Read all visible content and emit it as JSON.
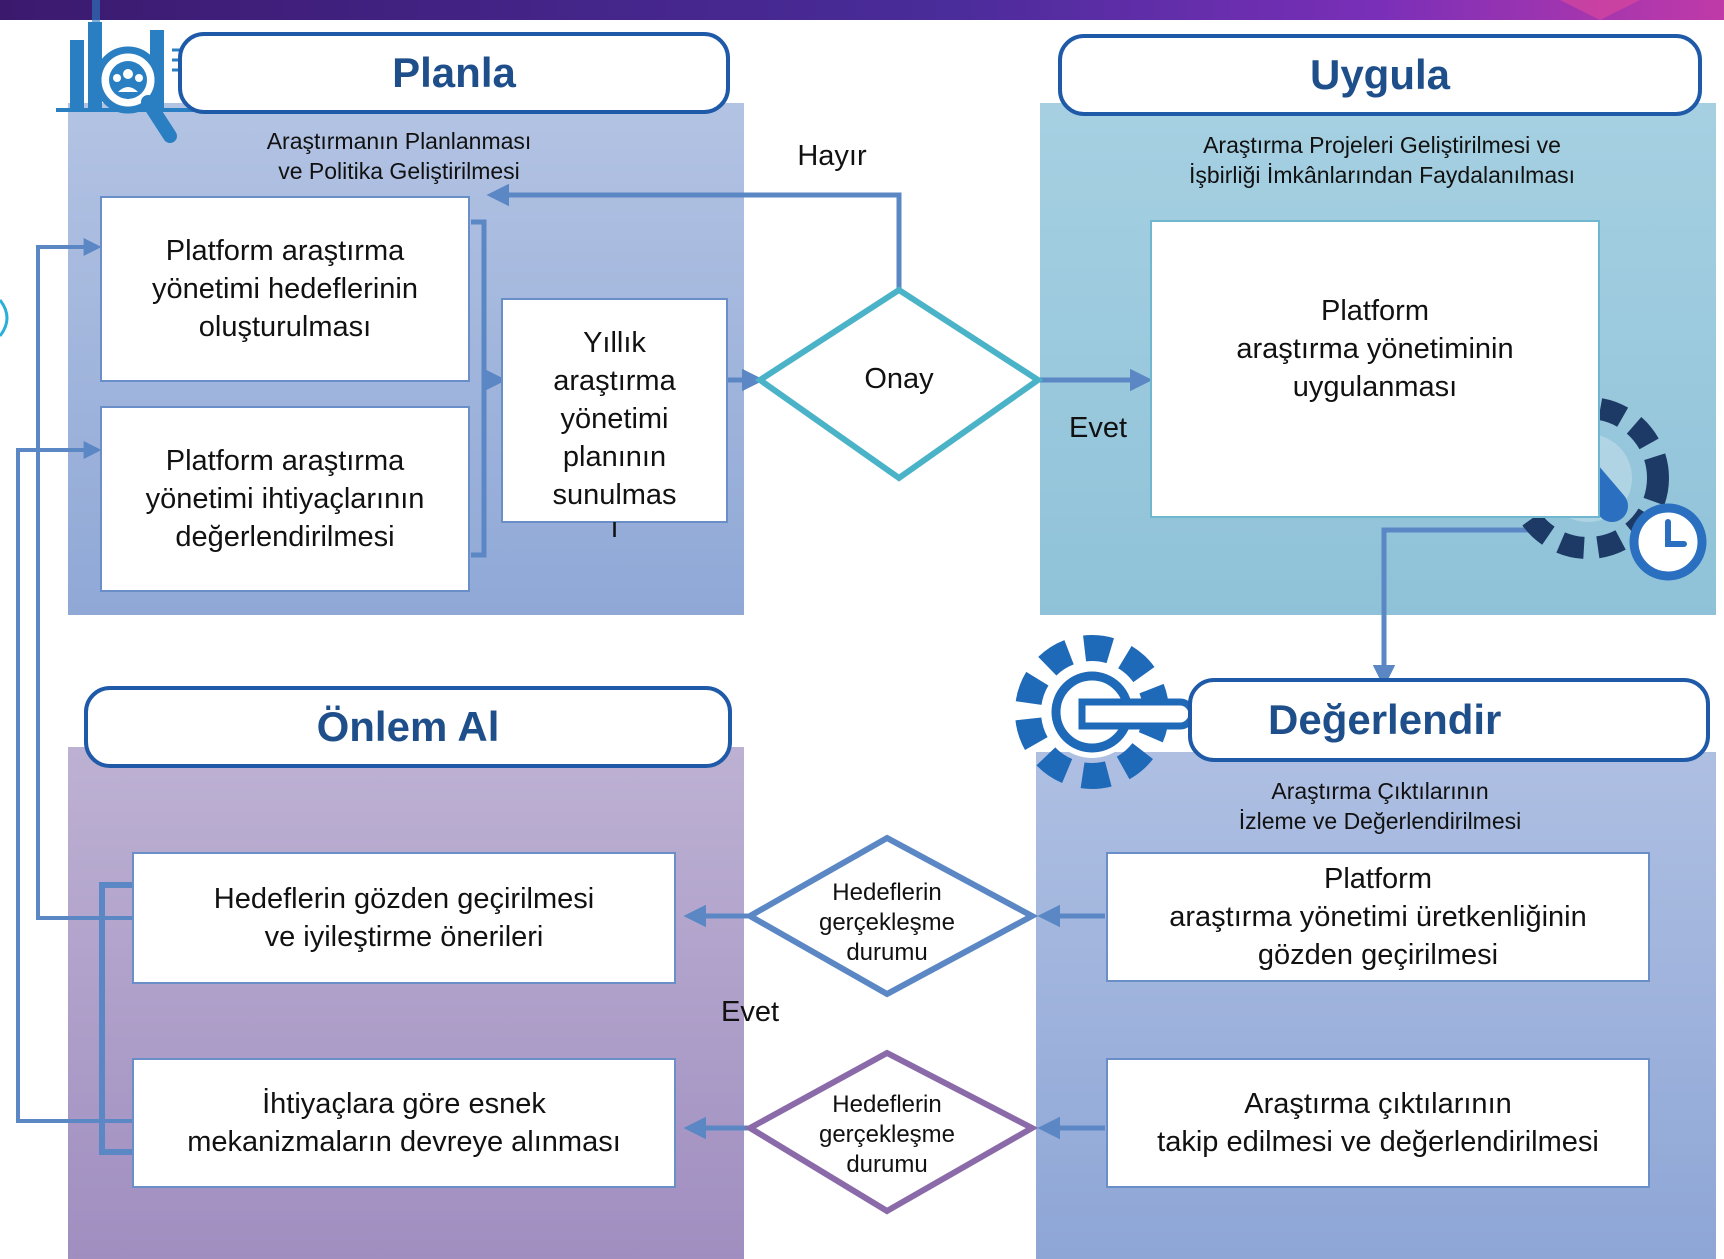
{
  "colors": {
    "accent": "#1e5aa8",
    "planla_panel": "#a9bde0",
    "uygula_panel": "#a6d2e2",
    "degerlendir_panel": "#a9bde0",
    "onlem_panel": "#b9aacd",
    "connector": "#5b87c5",
    "diamond_teal": "#4bb3c8",
    "diamond_purple": "#8a6aa8"
  },
  "planla": {
    "title": "Planla",
    "subtitle_l1": "Araştırmanın Planlanması",
    "subtitle_l2": "ve Politika Geliştirilmesi",
    "box1": [
      "Platform araştırma",
      "yönetimi hedeflerinin",
      "oluşturulması"
    ],
    "box2": [
      "Platform araştırma",
      "yönetimi ihtiyaçlarının",
      "değerlendirilmesi"
    ],
    "box3": [
      "Yıllık",
      "araştırma",
      "yönetimi",
      "planının",
      "sunulmas",
      "ı"
    ]
  },
  "decision": {
    "label": "Onay",
    "no": "Hayır",
    "yes": "Evet"
  },
  "uygula": {
    "title": "Uygula",
    "subtitle_l1": "Araştırma Projeleri Geliştirilmesi ve",
    "subtitle_l2": "İşbirliği İmkânlarından Faydalanılması",
    "box": [
      "Platform",
      "araştırma yönetiminin",
      "uygulanması"
    ]
  },
  "degerlendir": {
    "title": "Değerlendir",
    "subtitle_l1": "Araştırma Çıktılarının",
    "subtitle_l2": "İzleme ve Değerlendirilmesi",
    "box1": [
      "Platform",
      "araştırma yönetimi üretkenliğinin",
      "gözden geçirilmesi"
    ],
    "box2": [
      "Araştırma çıktılarının",
      "takip edilmesi ve değerlendirilmesi"
    ]
  },
  "onlem": {
    "title": "Önlem Al",
    "box1": [
      "Hedeflerin gözden geçirilmesi",
      "ve iyileştirme önerileri"
    ],
    "box2": [
      "İhtiyaçlara göre esnek",
      "mekanizmaların devreye alınması"
    ]
  },
  "diamond1": [
    "Hedeflerin",
    "gerçekleşme",
    "durumu"
  ],
  "diamond2": [
    "Hedeflerin",
    "gerçekleşme",
    "durumu"
  ],
  "evet_bottom": "Evet",
  "icons": [
    "research-team-icon",
    "wrench-gear-clock-icon",
    "gear-wrench-icon"
  ]
}
